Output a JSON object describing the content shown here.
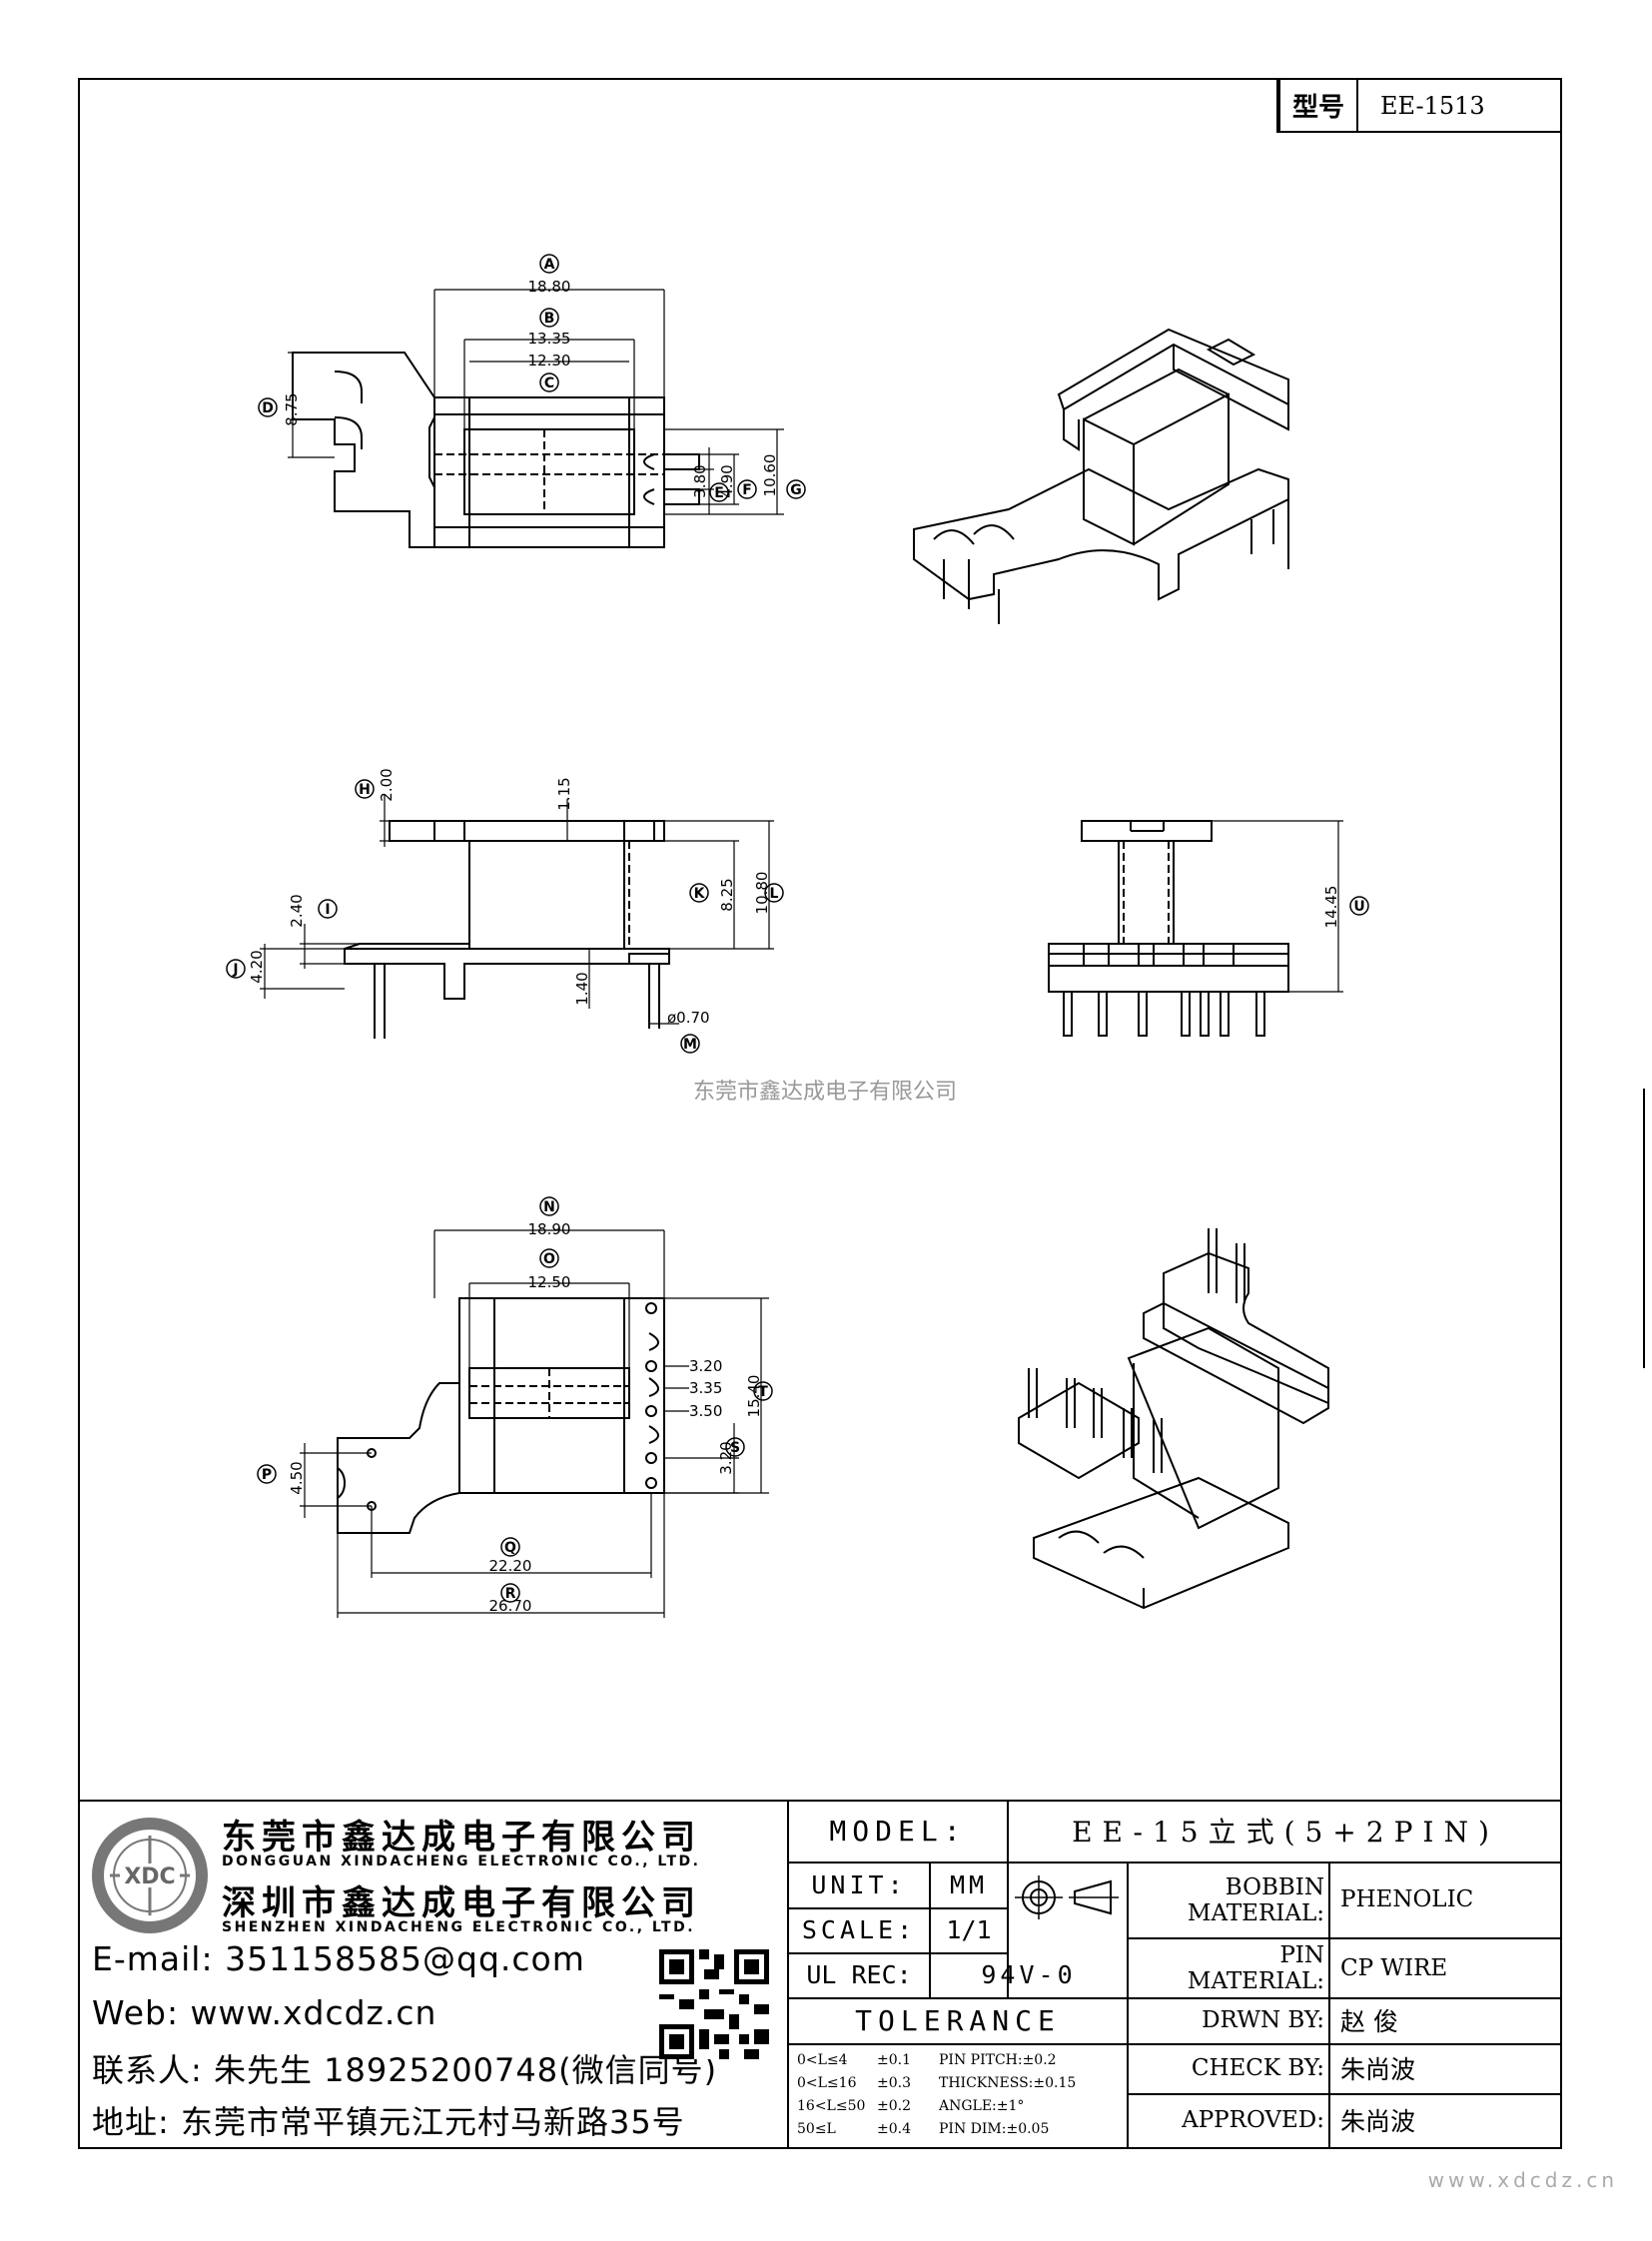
{
  "header": {
    "model_label": "型号",
    "model_value": "EE-1513"
  },
  "watermark": "东莞市鑫达成电子有限公司",
  "footer_url": "www.xdcdz.cn",
  "dimensions": {
    "top_view": {
      "A": {
        "label": "A",
        "value": "18.80"
      },
      "B": {
        "label": "B",
        "value": "13.35"
      },
      "C": {
        "label": "C",
        "value": "12.30"
      },
      "D": {
        "label": "D",
        "value": "8.75"
      },
      "E": {
        "label": "E",
        "value": "3.80"
      },
      "F": {
        "label": "F",
        "value": "4.90"
      },
      "G": {
        "label": "G",
        "value": "10.60"
      }
    },
    "side_view": {
      "H": {
        "label": "H",
        "value": "2.00"
      },
      "top": {
        "value": "1.15"
      },
      "I": {
        "label": "I",
        "value": "2.40"
      },
      "J": {
        "label": "J",
        "value": "4.20"
      },
      "K": {
        "label": "K",
        "value": "8.25"
      },
      "L": {
        "label": "L",
        "value": "10.80"
      },
      "base": {
        "value": "1.40"
      },
      "M": {
        "label": "M",
        "value": "ø0.70"
      }
    },
    "end_view": {
      "U": {
        "label": "U",
        "value": "14.45"
      }
    },
    "bottom_view": {
      "N": {
        "label": "N",
        "value": "18.90"
      },
      "O": {
        "label": "O",
        "value": "12.50"
      },
      "P": {
        "label": "P",
        "value": "4.50"
      },
      "Q": {
        "label": "Q",
        "value": "22.20"
      },
      "R": {
        "label": "R",
        "value": "26.70"
      },
      "S": {
        "label": "S",
        "value": "3.20"
      },
      "T": {
        "label": "T",
        "value": "15.40"
      },
      "p1": {
        "value": "3.20"
      },
      "p2": {
        "value": "3.35"
      },
      "p3": {
        "value": "3.50"
      }
    }
  },
  "company": {
    "name_cn_1": "东莞市鑫达成电子有限公司",
    "name_en_1": "DONGGUAN XINDACHENG ELECTRONIC CO., LTD.",
    "name_cn_2": "深圳市鑫达成电子有限公司",
    "name_en_2": "SHENZHEN XINDACHENG ELECTRONIC CO., LTD.",
    "logo_text": "XDC",
    "email": "E-mail: 351158585@qq.com",
    "web": "Web: www.xdcdz.cn",
    "contact": "联系人: 朱先生 18925200748(微信同号)",
    "address": "地址: 东莞市常平镇元江元村马新路35号"
  },
  "title_block": {
    "model_label": "MODEL:",
    "model_value": "EE-15立式(5+2PIN)",
    "unit_label": "UNIT:",
    "unit_value": "MM",
    "scale_label": "SCALE:",
    "scale_value": "1/1",
    "ul_label": "UL REC:",
    "ul_value": "94V-0",
    "tolerance_label": "TOLERANCE",
    "tolerance_rows": [
      {
        "range": "0<L≤4",
        "tol": "±0.1",
        "extra": "PIN PITCH:±0.2"
      },
      {
        "range": "0<L≤16",
        "tol": "±0.3",
        "extra": "THICKNESS:±0.15"
      },
      {
        "range": "16<L≤50",
        "tol": "±0.2",
        "extra": "ANGLE:±1°"
      },
      {
        "range": "50≤L",
        "tol": "±0.4",
        "extra": "PIN DIM:±0.05"
      }
    ],
    "bobbin_label_1": "BOBBIN",
    "bobbin_label_2": "MATERIAL:",
    "bobbin_value": "PHENOLIC",
    "pin_label_1": "PIN",
    "pin_label_2": "MATERIAL:",
    "pin_value": "CP WIRE",
    "drawn_label": "DRWN BY:",
    "drawn_value": "赵 俊",
    "check_label": "CHECK BY:",
    "check_value": "朱尚波",
    "approved_label": "APPROVED:",
    "approved_value": "朱尚波"
  }
}
